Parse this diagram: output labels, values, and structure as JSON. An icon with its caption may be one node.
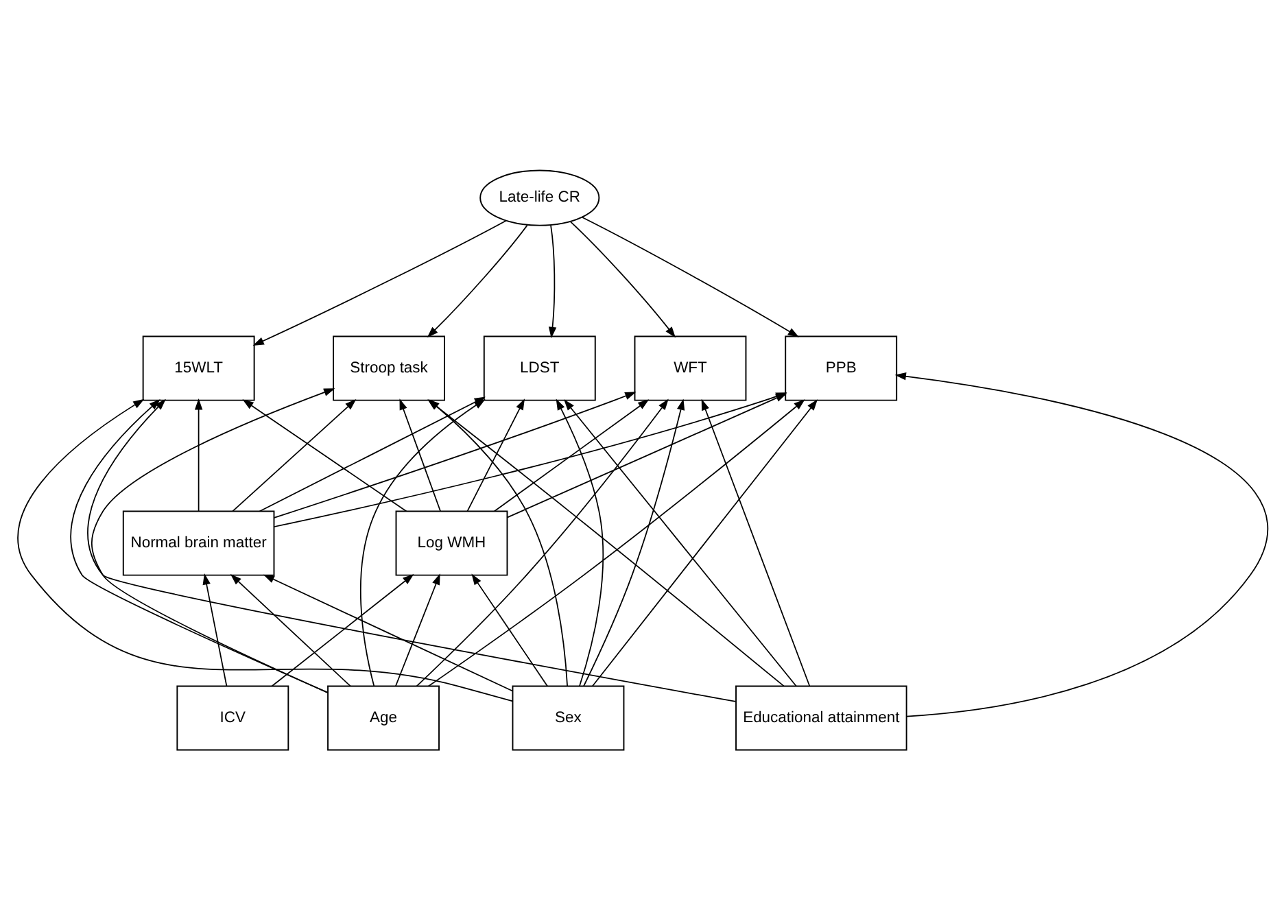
{
  "diagram": {
    "nodes": [
      {
        "text": [
          "Late-life CR"
        ]
      },
      {
        "text": [
          "15WLT"
        ]
      },
      {
        "text": [
          "Stroop task"
        ]
      },
      {
        "text": [
          "LDST"
        ]
      },
      {
        "text": [
          "WFT"
        ]
      },
      {
        "text": [
          "PPB"
        ]
      },
      {
        "text": [
          "Normal brain matter"
        ]
      },
      {
        "text": [
          "Log WMH"
        ]
      },
      {
        "text": [
          "ICV"
        ]
      },
      {
        "text": [
          "Age"
        ]
      },
      {
        "text": [
          "Sex"
        ]
      },
      {
        "text": [
          "Educational attainment"
        ]
      }
    ],
    "edges": [
      {
        "from": 0,
        "to": 1,
        "arrow": "to"
      },
      {
        "from": 0,
        "to": 2,
        "arrow": "to"
      },
      {
        "from": 0,
        "to": 3,
        "arrow": "to"
      },
      {
        "from": 0,
        "to": 4,
        "arrow": "to"
      },
      {
        "from": 0,
        "to": 5,
        "arrow": "to"
      },
      {
        "from": 6,
        "to": 1,
        "arrow": "to"
      },
      {
        "from": 6,
        "to": 2,
        "arrow": "to"
      },
      {
        "from": 6,
        "to": 3,
        "arrow": "to"
      },
      {
        "from": 6,
        "to": 4,
        "arrow": "to"
      },
      {
        "from": 6,
        "to": 5,
        "arrow": "to"
      },
      {
        "from": 7,
        "to": 1,
        "arrow": "to"
      },
      {
        "from": 7,
        "to": 2,
        "arrow": "to"
      },
      {
        "from": 7,
        "to": 3,
        "arrow": "to"
      },
      {
        "from": 7,
        "to": 4,
        "arrow": "to"
      },
      {
        "from": 7,
        "to": 5,
        "arrow": "to"
      },
      {
        "from": 9,
        "to": 1,
        "arrow": "to"
      },
      {
        "from": 9,
        "to": 2,
        "arrow": "to"
      },
      {
        "from": 9,
        "to": 3,
        "arrow": "to"
      },
      {
        "from": 9,
        "to": 4,
        "arrow": "to"
      },
      {
        "from": 9,
        "to": 5,
        "arrow": "to"
      },
      {
        "from": 10,
        "to": 1,
        "arrow": "to"
      },
      {
        "from": 10,
        "to": 2,
        "arrow": "to"
      },
      {
        "from": 10,
        "to": 3,
        "arrow": "to"
      },
      {
        "from": 10,
        "to": 4,
        "arrow": "to"
      },
      {
        "from": 10,
        "to": 5,
        "arrow": "to"
      },
      {
        "from": 11,
        "to": 1,
        "arrow": "to"
      },
      {
        "from": 11,
        "to": 2,
        "arrow": "to"
      },
      {
        "from": 11,
        "to": 3,
        "arrow": "to"
      },
      {
        "from": 11,
        "to": 4,
        "arrow": "to"
      },
      {
        "from": 11,
        "to": 5,
        "arrow": "to"
      },
      {
        "from": 8,
        "to": 6,
        "arrow": "to"
      },
      {
        "from": 8,
        "to": 7,
        "arrow": "to"
      },
      {
        "from": 9,
        "to": 6,
        "arrow": "to"
      },
      {
        "from": 9,
        "to": 7,
        "arrow": "to"
      },
      {
        "from": 10,
        "to": 6,
        "arrow": "to"
      },
      {
        "from": 10,
        "to": 7,
        "arrow": "to"
      }
    ]
  }
}
